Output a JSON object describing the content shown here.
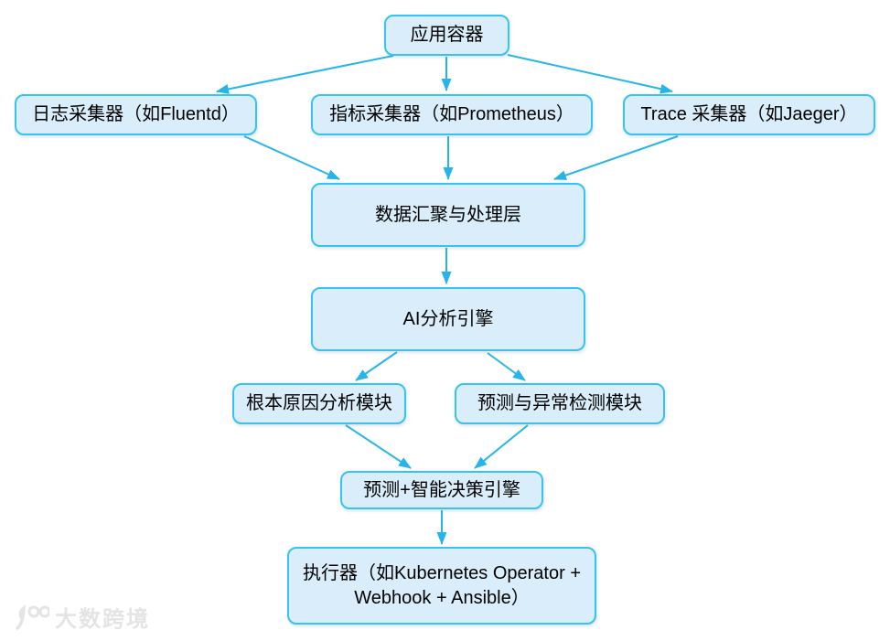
{
  "diagram": {
    "type": "flowchart",
    "nodes": {
      "app": {
        "label": "应用容器"
      },
      "log": {
        "label": "日志采集器（如Fluentd）"
      },
      "metric": {
        "label": "指标采集器（如Prometheus）"
      },
      "trace": {
        "label": "Trace 采集器（如Jaeger）"
      },
      "data": {
        "label": "数据汇聚与处理层"
      },
      "ai": {
        "label": "AI分析引擎"
      },
      "root": {
        "label": "根本原因分析模块"
      },
      "anomaly": {
        "label": "预测与异常检测模块"
      },
      "decision": {
        "label": "预测+智能决策引擎"
      },
      "executor": {
        "label": "执行器（如Kubernetes Operator + Webhook + Ansible）"
      }
    },
    "edges": [
      {
        "from": "app",
        "to": "log"
      },
      {
        "from": "app",
        "to": "metric"
      },
      {
        "from": "app",
        "to": "trace"
      },
      {
        "from": "log",
        "to": "data"
      },
      {
        "from": "metric",
        "to": "data"
      },
      {
        "from": "trace",
        "to": "data"
      },
      {
        "from": "data",
        "to": "ai"
      },
      {
        "from": "ai",
        "to": "root"
      },
      {
        "from": "ai",
        "to": "anomaly"
      },
      {
        "from": "root",
        "to": "decision"
      },
      {
        "from": "anomaly",
        "to": "decision"
      },
      {
        "from": "decision",
        "to": "executor"
      }
    ],
    "colors": {
      "node_fill": "#d9edfa",
      "node_border": "#36c3f2",
      "arrow": "#26b5e9",
      "text": "#000000",
      "background": "#ffffff",
      "watermark": "#e4e4e4"
    }
  },
  "watermark": {
    "text": "大数跨境",
    "logo": "100-logo"
  }
}
